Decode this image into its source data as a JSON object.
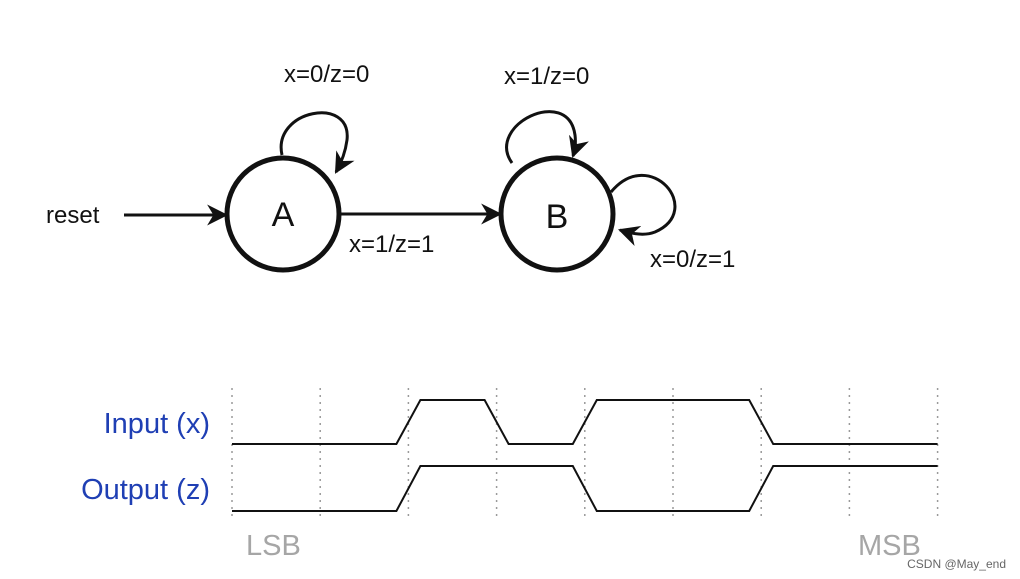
{
  "fsm": {
    "reset_label": "reset",
    "states": {
      "a": "A",
      "b": "B"
    },
    "transitions": {
      "a_self": "x=0/z=0",
      "a_to_b": "x=1/z=1",
      "b_self_top": "x=1/z=0",
      "b_self_right": "x=0/z=1"
    }
  },
  "timing": {
    "input_label": "Input (x)",
    "output_label": "Output (z)",
    "lsb_label": "LSB",
    "msb_label": "MSB",
    "input_bits": [
      0,
      0,
      1,
      0,
      1,
      1,
      0,
      0
    ],
    "output_bits": [
      0,
      0,
      1,
      1,
      0,
      0,
      1,
      1
    ],
    "label_color": "#1f3fb4",
    "end_label_color": "#a6a6a6"
  },
  "credit": "CSDN @May_end"
}
